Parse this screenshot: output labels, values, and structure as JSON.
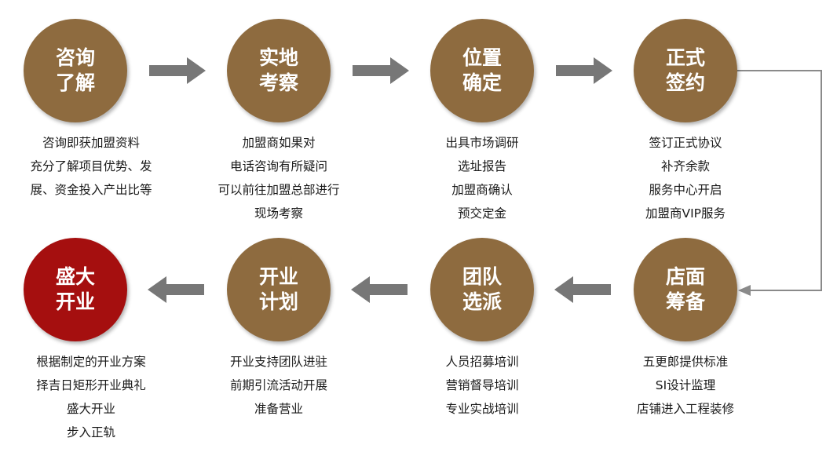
{
  "colors": {
    "circle": "#8e6b3f",
    "circle_final": "#a50f0f",
    "arrow": "#777777",
    "connector": "#8a8a8a"
  },
  "steps": [
    {
      "title_line1": "咨询",
      "title_line2": "了解",
      "desc": [
        "咨询即获加盟资料",
        "充分了解项目优势、发",
        "展、资金投入产出比等"
      ]
    },
    {
      "title_line1": "实地",
      "title_line2": "考察",
      "desc": [
        "加盟商如果对",
        "电话咨询有所疑问",
        "可以前往加盟总部进行",
        "现场考察"
      ]
    },
    {
      "title_line1": "位置",
      "title_line2": "确定",
      "desc": [
        "出具市场调研",
        "选址报告",
        "加盟商确认",
        "预交定金"
      ]
    },
    {
      "title_line1": "正式",
      "title_line2": "签约",
      "desc": [
        "签订正式协议",
        "补齐余款",
        "服务中心开启",
        "加盟商VIP服务"
      ]
    },
    {
      "title_line1": "店面",
      "title_line2": "筹备",
      "desc": [
        "五更郎提供标准",
        "SI设计监理",
        "店铺进入工程装修"
      ]
    },
    {
      "title_line1": "团队",
      "title_line2": "选派",
      "desc": [
        "人员招募培训",
        "营销督导培训",
        "专业实战培训"
      ]
    },
    {
      "title_line1": "开业",
      "title_line2": "计划",
      "desc": [
        "开业支持团队进驻",
        "前期引流活动开展",
        "准备营业"
      ]
    },
    {
      "title_line1": "盛大",
      "title_line2": "开业",
      "desc": [
        "根据制定的开业方案",
        "择吉日矩形开业典礼",
        "盛大开业",
        "步入正轨"
      ]
    }
  ]
}
